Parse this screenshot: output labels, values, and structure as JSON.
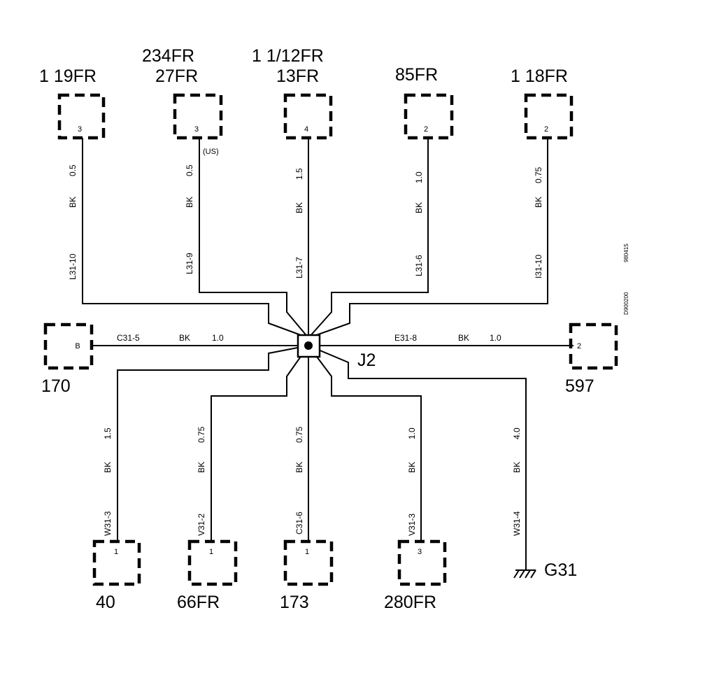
{
  "ref_codes": [
    "980415",
    "D900200"
  ],
  "junction": {
    "label": "J2"
  },
  "ground": {
    "label": "G31"
  },
  "top_connectors": [
    {
      "id": "c-119fr",
      "name_lines": [
        "1 19FR"
      ],
      "pin": "3",
      "wire_code": "L31-10",
      "color": "BK",
      "gauge": "0.5"
    },
    {
      "id": "c-27fr",
      "name_lines": [
        "234FR",
        "27FR"
      ],
      "pin": "3",
      "note": "(US)",
      "wire_code": "L31-9",
      "color": "BK",
      "gauge": "0.5"
    },
    {
      "id": "c-13fr",
      "name_lines": [
        "1 1/12FR",
        "13FR"
      ],
      "pin": "4",
      "wire_code": "L31-7",
      "color": "BK",
      "gauge": "1.5"
    },
    {
      "id": "c-85fr",
      "name_lines": [
        "85FR"
      ],
      "pin": "2",
      "wire_code": "L31-6",
      "color": "BK",
      "gauge": "1.0"
    },
    {
      "id": "c-118fr",
      "name_lines": [
        "1 18FR"
      ],
      "pin": "2",
      "wire_code": "I31-10",
      "color": "BK",
      "gauge": "0.75"
    }
  ],
  "side_connectors": [
    {
      "id": "c-170",
      "name": "170",
      "pin": "B",
      "wire_code": "C31-5",
      "color": "BK",
      "gauge": "1.0"
    },
    {
      "id": "c-597",
      "name": "597",
      "pin": "2",
      "wire_code": "E31-8",
      "color": "BK",
      "gauge": "1.0"
    }
  ],
  "bottom_connectors": [
    {
      "id": "c-40",
      "name": "40",
      "pin": "1",
      "wire_code": "W31-3",
      "color": "BK",
      "gauge": "1.5"
    },
    {
      "id": "c-66fr",
      "name": "66FR",
      "pin": "1",
      "wire_code": "V31-2",
      "color": "BK",
      "gauge": "0.75"
    },
    {
      "id": "c-173",
      "name": "173",
      "pin": "1",
      "wire_code": "C31-6",
      "color": "BK",
      "gauge": "0.75"
    },
    {
      "id": "c-280fr",
      "name": "280FR",
      "pin": "3",
      "wire_code": "V31-3",
      "color": "BK",
      "gauge": "1.0"
    },
    {
      "id": "c-g31",
      "name": "",
      "pin": "",
      "wire_code": "W31-4",
      "color": "BK",
      "gauge": "4.0"
    }
  ]
}
